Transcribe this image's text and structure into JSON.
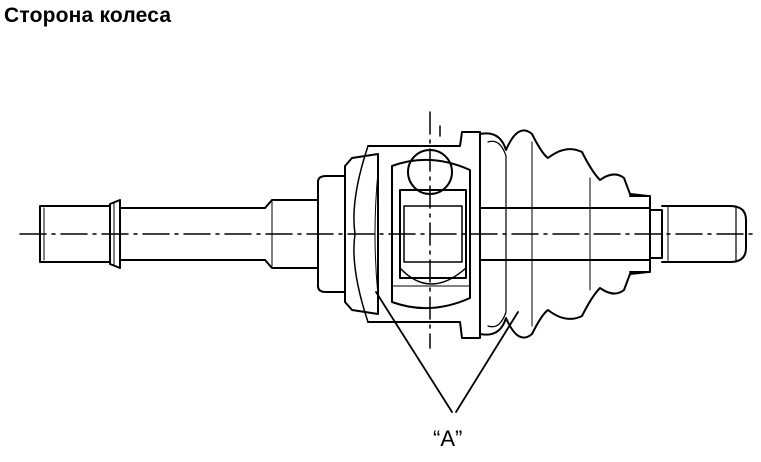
{
  "title": "Сторона колеса",
  "callout_label": "“A”",
  "colors": {
    "line": "#000000",
    "background": "#ffffff"
  },
  "chart_data": {
    "type": "diagram",
    "title": "Сторона колеса",
    "annotations": [
      "“A”"
    ]
  }
}
